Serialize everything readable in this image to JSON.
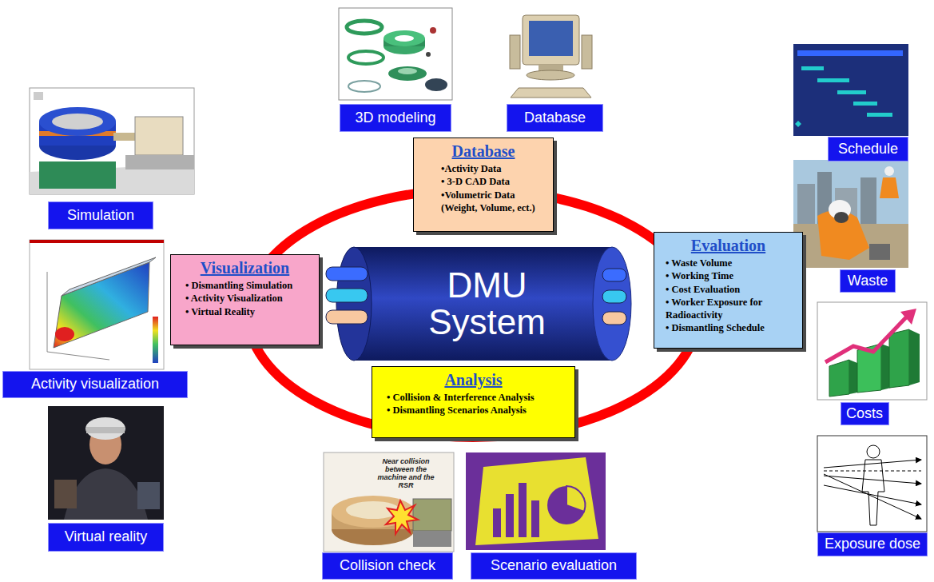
{
  "diagram": {
    "nodes": [
      {
        "text": [
          "3D modeling"
        ]
      },
      {
        "text": [
          "Database"
        ]
      },
      {
        "text": [
          "Schedule"
        ]
      },
      {
        "text": [
          "Database",
          "•Activity Data",
          "• 3-D CAD Data",
          "•Volumetric Data (Weight, Volume, ect.)"
        ]
      },
      {
        "text": [
          "Simulation"
        ]
      },
      {
        "text": [
          "Visualization",
          "• Dismantling Simulation",
          "• Activity Visualization",
          "• Virtual Reality"
        ]
      },
      {
        "text": [
          "DMU System"
        ]
      },
      {
        "text": [
          "Evaluation",
          "• Waste Volume",
          "• Working Time",
          "• Cost Evaluation",
          "• Worker Exposure for Radioactivity",
          "• Dismantling Schedule"
        ]
      },
      {
        "text": [
          "Waste"
        ]
      },
      {
        "text": [
          "Analysis",
          "• Collision & Interference Analysis",
          "• Dismantling Scenarios Analysis"
        ]
      },
      {
        "text": [
          "Activity visualization"
        ]
      },
      {
        "text": [
          "Costs"
        ]
      },
      {
        "text": [
          "Virtual reality"
        ]
      },
      {
        "text": [
          "Exposure dose"
        ]
      },
      {
        "text": [
          "Collision check"
        ]
      },
      {
        "text": [
          "Scenario evaluation"
        ]
      }
    ],
    "labels": [
      "Near collision between the machine and the RSR"
    ]
  }
}
